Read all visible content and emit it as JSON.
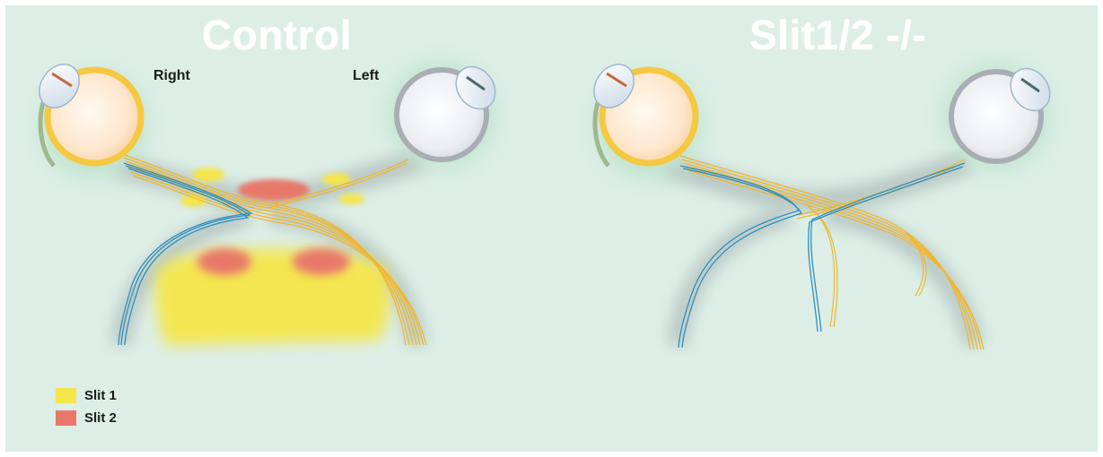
{
  "titles": {
    "control": "Control",
    "mutant": "Slit1/2 -/-"
  },
  "eye_labels": {
    "right": "Right",
    "left": "Left"
  },
  "legend": [
    {
      "label": "Slit 1",
      "color": "#f5e64a"
    },
    {
      "label": "Slit 2",
      "color": "#e8796a"
    }
  ],
  "colors": {
    "background": "#dceee6",
    "yellow_axons": "#f2b62a",
    "blue_axons": "#2f8fbf",
    "slit1": "#f5e64a",
    "slit2": "#e8796a",
    "right_eye": "#fbe3c8",
    "left_eye": "#e6e8ee"
  }
}
